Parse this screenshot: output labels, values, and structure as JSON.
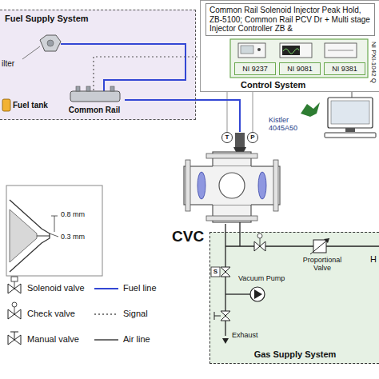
{
  "diagram": {
    "nodes": [
      {
        "text": [
          "Fuel Supply System"
        ]
      },
      {
        "text": [
          "Common Rail"
        ],
        "in": 0
      },
      {
        "text": [
          "Control System"
        ]
      },
      {
        "text": [
          "Common Rail Solenoid Injector Peak Hold, ZB-5100; Common Rail PCV Dr + Multi stage Injector Controller ZB &"
        ],
        "in": 2
      },
      {
        "text": [
          "NI 9237"
        ],
        "in": 2
      },
      {
        "text": [
          "NI 9081"
        ],
        "in": 2
      },
      {
        "text": [
          "NI 9381"
        ],
        "in": 2
      },
      {
        "text": [
          "CVC"
        ]
      },
      {
        "text": [
          "Gas Supply System"
        ]
      }
    ],
    "edges": [
      {
        "from": 1,
        "to": 7,
        "arrow": "none"
      },
      {
        "from": 1,
        "to": 2,
        "arrow": "none"
      },
      {
        "from": 7,
        "to": 8,
        "arrow": "none"
      }
    ],
    "labels": [
      "ilter",
      "Fuel tank",
      "NI PXI-1042 Q",
      "Kistler 4045A50",
      "T",
      "P",
      "0.8 mm",
      "0.3 mm",
      "S",
      "Vacuum Pump",
      "Proportional Valve",
      "Exhaust",
      "H"
    ],
    "legend": [
      {
        "text": "Solenoid valve"
      },
      {
        "text": "Check valve"
      },
      {
        "text": "Manual valve"
      },
      {
        "text": "Fuel line"
      },
      {
        "text": "Signal"
      },
      {
        "text": "Air line"
      }
    ]
  }
}
